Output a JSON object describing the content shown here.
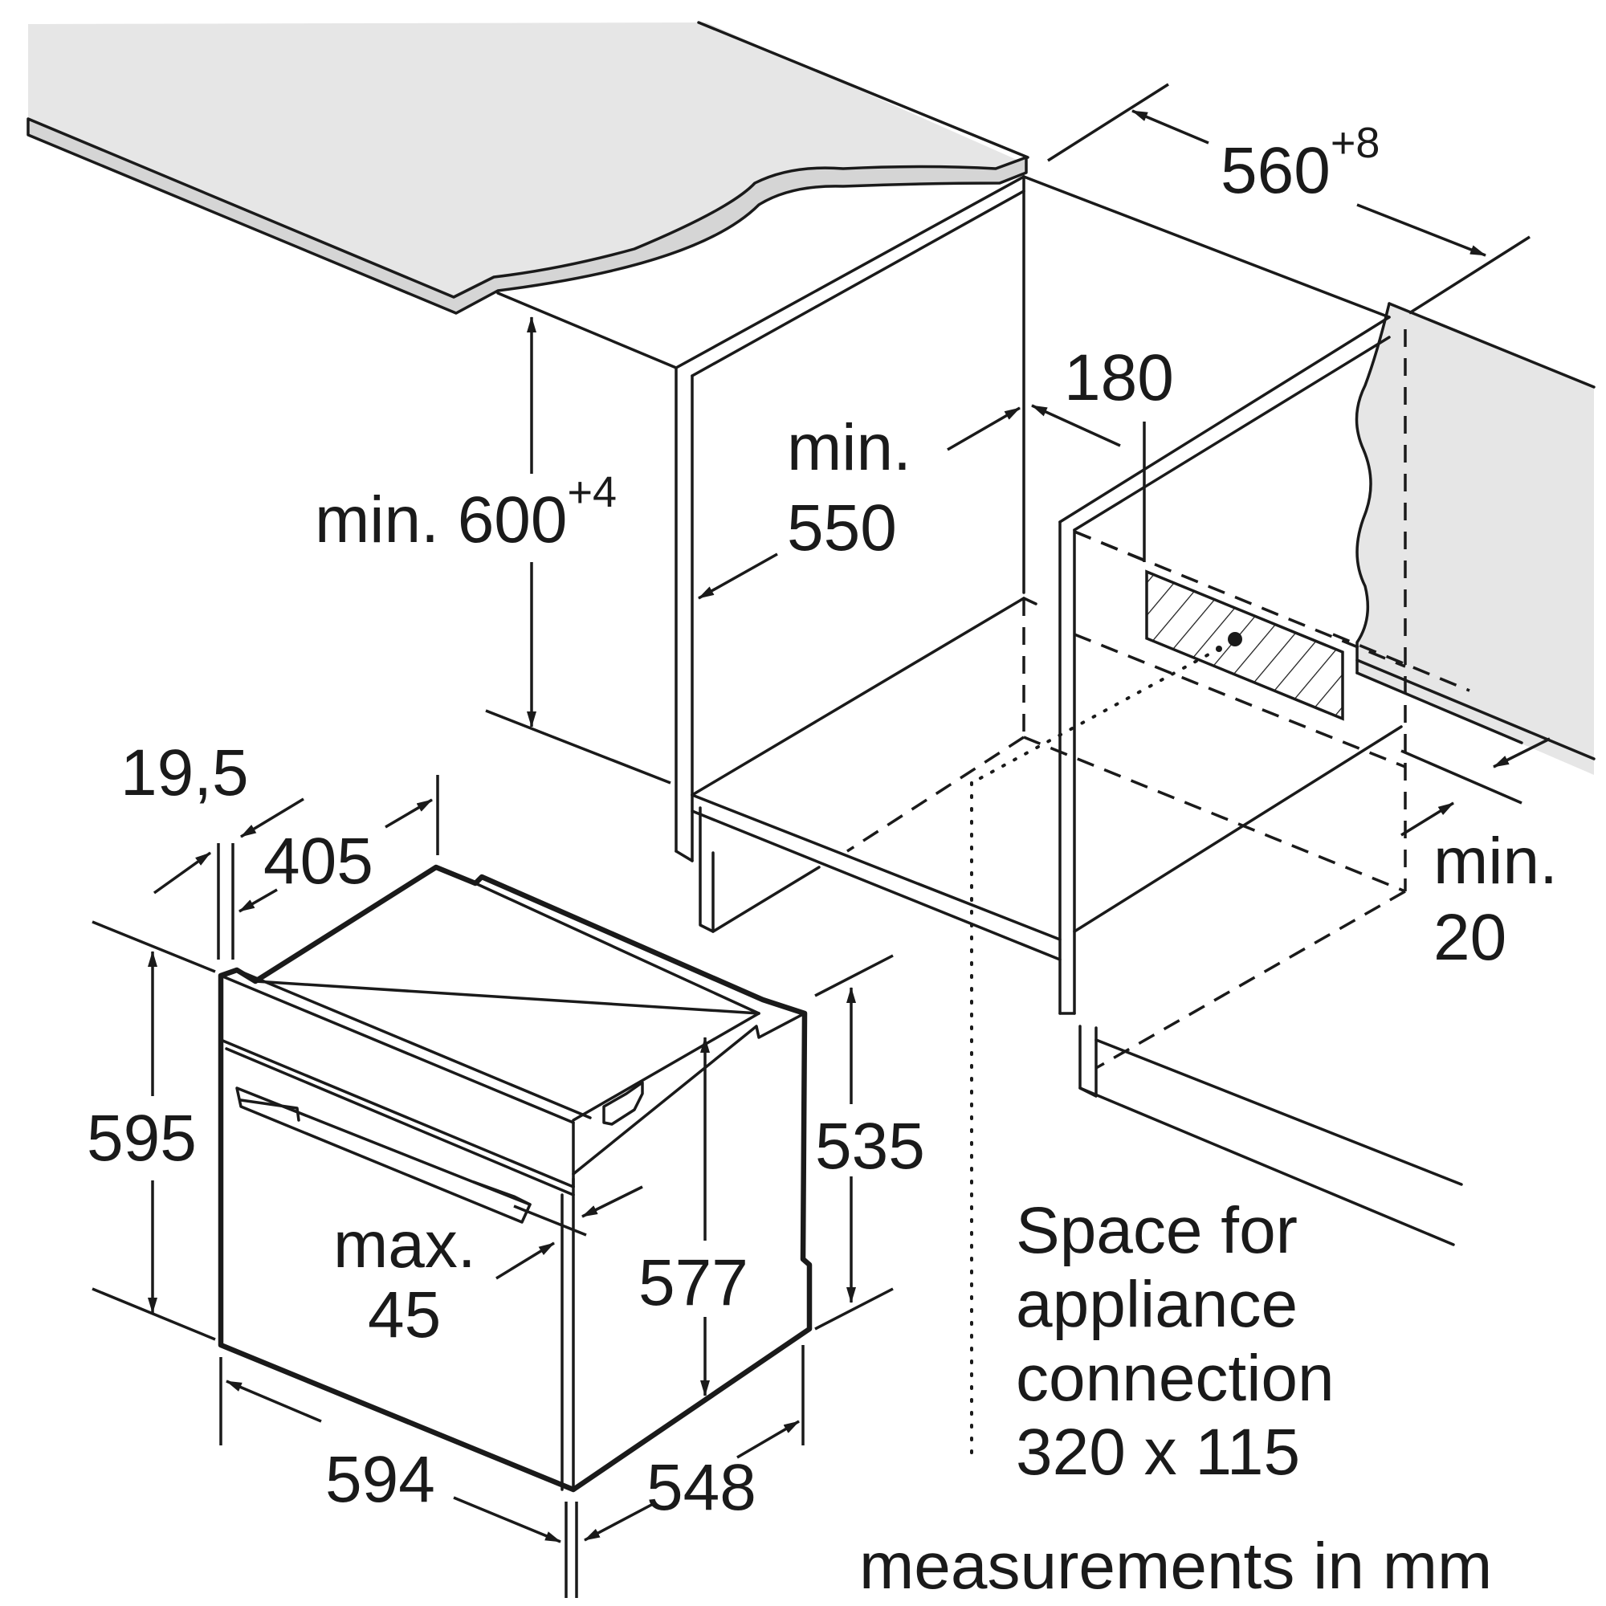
{
  "dimensions": {
    "niche_width": "560",
    "niche_width_tolerance": "+8",
    "niche_height_prefix": "min. 600",
    "niche_height_tolerance": "+4",
    "niche_depth_line1": "min.",
    "niche_depth_line2": "550",
    "rear_opening": "180",
    "rear_gap_line1": "min.",
    "rear_gap_line2": "20",
    "front_panel_thickness": "19,5",
    "top_offset": "405",
    "appliance_height": "595",
    "housing_height": "535",
    "door_projection_line1": "max.",
    "door_projection_line2": "45",
    "inner_height": "577",
    "appliance_width": "594",
    "appliance_depth": "548"
  },
  "notes": {
    "connection_line1": "Space for",
    "connection_line2": "appliance",
    "connection_line3": "connection",
    "connection_line4": "320 x 115",
    "units": "measurements in mm"
  }
}
